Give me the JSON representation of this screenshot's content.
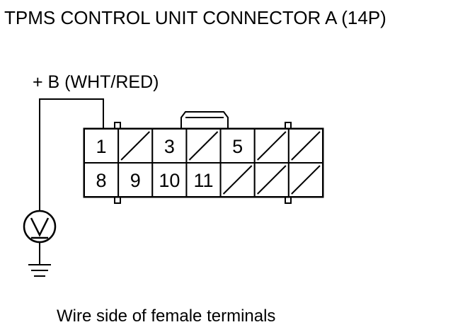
{
  "title": "TPMS CONTROL UNIT CONNECTOR A (14P)",
  "wire_label": "+ B (WHT/RED)",
  "caption": "Wire side of female terminals",
  "connector": {
    "rows": [
      [
        "1",
        "",
        "3",
        "",
        "5",
        "",
        ""
      ],
      [
        "8",
        "9",
        "10",
        "11",
        "",
        "",
        ""
      ]
    ]
  },
  "meter_icon": "voltmeter-icon",
  "ground_icon": "ground-symbol-icon"
}
